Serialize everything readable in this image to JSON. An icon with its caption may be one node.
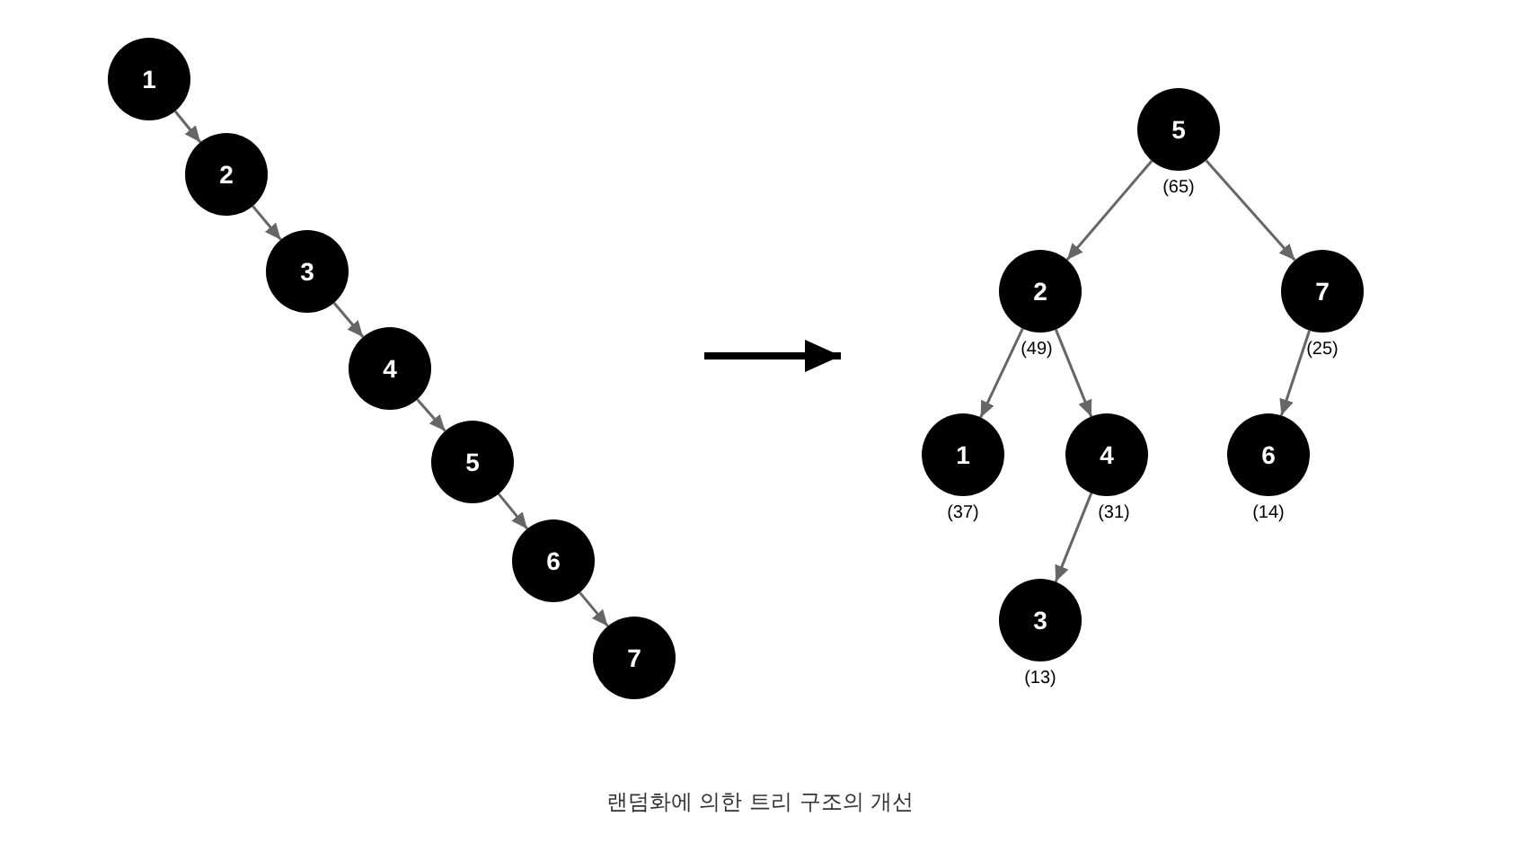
{
  "diagram": {
    "caption": "랜덤화에 의한 트리 구조의 개선",
    "nodes": [
      {
        "text": [
          "1"
        ]
      },
      {
        "text": [
          "2"
        ]
      },
      {
        "text": [
          "3"
        ]
      },
      {
        "text": [
          "4"
        ]
      },
      {
        "text": [
          "5"
        ]
      },
      {
        "text": [
          "6"
        ]
      },
      {
        "text": [
          "7"
        ]
      },
      {
        "text": [
          "5"
        ],
        "beside": [
          "(65)"
        ]
      },
      {
        "text": [
          "2"
        ],
        "beside": [
          "(49)"
        ]
      },
      {
        "text": [
          "7"
        ],
        "beside": [
          "(25)"
        ]
      },
      {
        "text": [
          "1"
        ],
        "beside": [
          "(37)"
        ]
      },
      {
        "text": [
          "4"
        ],
        "beside": [
          "(31)"
        ]
      },
      {
        "text": [
          "6"
        ],
        "beside": [
          "(14)"
        ]
      },
      {
        "text": [
          "3"
        ],
        "beside": [
          "(13)"
        ]
      }
    ],
    "edges": [
      {
        "from": 0,
        "to": 1,
        "arrow": "to"
      },
      {
        "from": 1,
        "to": 2,
        "arrow": "to"
      },
      {
        "from": 2,
        "to": 3,
        "arrow": "to"
      },
      {
        "from": 3,
        "to": 4,
        "arrow": "to"
      },
      {
        "from": 4,
        "to": 5,
        "arrow": "to"
      },
      {
        "from": 5,
        "to": 6,
        "arrow": "to"
      },
      {
        "from": 7,
        "to": 8,
        "arrow": "to"
      },
      {
        "from": 7,
        "to": 9,
        "arrow": "to"
      },
      {
        "from": 8,
        "to": 10,
        "arrow": "to"
      },
      {
        "from": 8,
        "to": 11,
        "arrow": "to"
      },
      {
        "from": 9,
        "to": 12,
        "arrow": "to"
      },
      {
        "from": 11,
        "to": 13,
        "arrow": "to"
      }
    ]
  }
}
